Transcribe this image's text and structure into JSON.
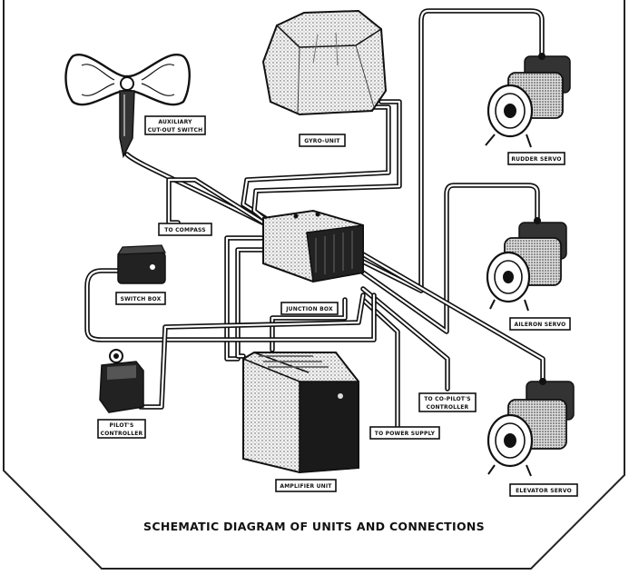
{
  "diagram": {
    "caption": "SCHEMATIC DIAGRAM OF UNITS AND CONNECTIONS",
    "labels": {
      "aux_switch_line1": "AUXILIARY",
      "aux_switch_line2": "CUT-OUT SWITCH",
      "gyro_unit": "GYRO-UNIT",
      "rudder_servo": "RUDDER SERVO",
      "to_compass": "TO COMPASS",
      "aileron_servo": "AILERON SERVO",
      "switch_box": "SWITCH BOX",
      "junction_box": "JUNCTION BOX",
      "co_pilot_line1": "TO CO-PILOT'S",
      "co_pilot_line2": "CONTROLLER",
      "pilot_line1": "PILOT'S",
      "pilot_line2": "CONTROLLER",
      "power_supply": "TO POWER SUPPLY",
      "elevator_servo": "ELEVATOR SERVO",
      "amplifier_unit": "AMPLIFIER UNIT"
    }
  }
}
